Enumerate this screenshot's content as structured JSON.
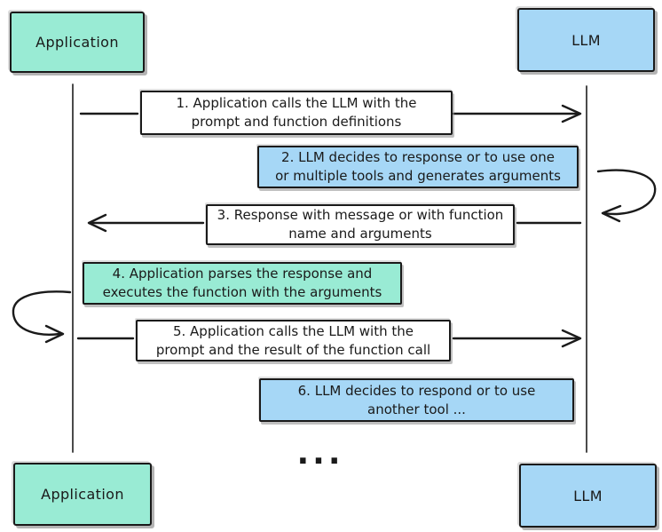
{
  "diagram": {
    "actors": {
      "app_top": "Application",
      "llm_top": "LLM",
      "app_bottom": "Application",
      "llm_bottom": "LLM"
    },
    "messages": [
      {
        "step": 1,
        "text": "1. Application calls the LLM with the\nprompt and function definitions",
        "fill": "white",
        "direction": "application-to-llm"
      },
      {
        "step": 2,
        "text": "2. LLM decides to response or to use one\nor multiple tools and generates arguments",
        "fill": "blue",
        "direction": "llm-self-loop"
      },
      {
        "step": 3,
        "text": "3. Response with message or with function\nname and arguments",
        "fill": "white",
        "direction": "llm-to-application"
      },
      {
        "step": 4,
        "text": "4. Application parses the response and\nexecutes the function with the arguments",
        "fill": "teal",
        "direction": "application-self-loop"
      },
      {
        "step": 5,
        "text": "5. Application calls the LLM with the\nprompt and the result of the function call",
        "fill": "white",
        "direction": "application-to-llm"
      },
      {
        "step": 6,
        "text": "6. LLM decides to respond or to use\nanother tool ...",
        "fill": "blue",
        "direction": "none"
      }
    ],
    "ellipsis": "...",
    "colors": {
      "teal_fill": "#99ebd4",
      "blue_fill": "#a6d7f6",
      "white_fill": "#ffffff",
      "stroke": "#1a1a1a"
    }
  }
}
